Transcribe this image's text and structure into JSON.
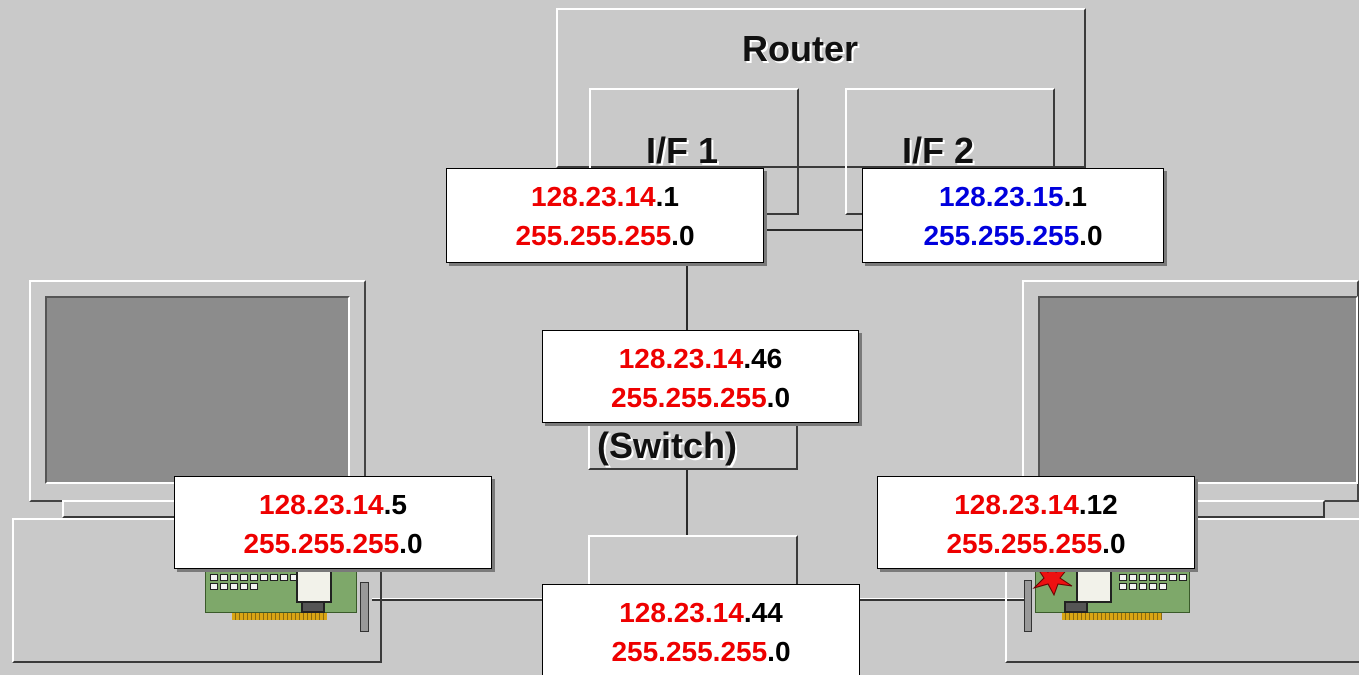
{
  "router": {
    "title": "Router",
    "if1_label": "I/F 1",
    "if2_label": "I/F 2",
    "if1_address": {
      "ip_network": "128.23.14",
      "ip_host": ".1",
      "mask_network": "255.255.255",
      "mask_host": ".0"
    },
    "if2_address": {
      "ip_network": "128.23.15",
      "ip_host": ".1",
      "mask_network": "255.255.255",
      "mask_host": ".0"
    }
  },
  "switch": {
    "label": "(Switch)",
    "address": {
      "ip_network": "128.23.14",
      "ip_host": ".46",
      "mask_network": "255.255.255",
      "mask_host": ".0"
    }
  },
  "hub": {
    "address": {
      "ip_network": "128.23.14",
      "ip_host": ".44",
      "mask_network": "255.255.255",
      "mask_host": ".0"
    }
  },
  "left_pc": {
    "address": {
      "ip_network": "128.23.14",
      "ip_host": ".5",
      "mask_network": "255.255.255",
      "mask_host": ".0"
    }
  },
  "right_pc": {
    "address": {
      "ip_network": "128.23.14",
      "ip_host": ".12",
      "mask_network": "255.255.255",
      "mask_host": ".0"
    }
  },
  "colors": {
    "background": "#c9c9c9",
    "network_red": "#ee0000",
    "network_blue": "#0000dd",
    "host_black": "#000000"
  },
  "icons": [
    "router-icon",
    "switch-icon",
    "hub-icon",
    "monitor-icon",
    "network-card-icon",
    "collision-star-icon"
  ]
}
